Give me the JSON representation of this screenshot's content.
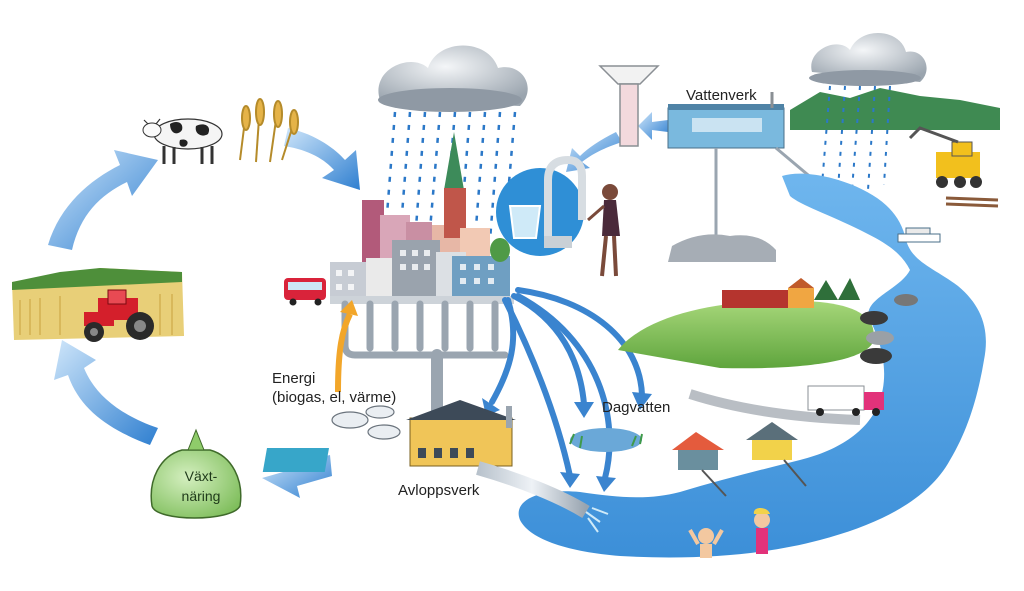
{
  "labels": {
    "vattenverk": "Vattenverk",
    "energi_line1": "Energi",
    "energi_line2": "(biogas, el, värme)",
    "dagvatten": "Dagvatten",
    "avloppsverk": "Avloppsverk",
    "vaxtnaring_line1": "Växt-",
    "vaxtnaring_line2": "näring"
  },
  "colors": {
    "flow_arrow": "#3a84cf",
    "water": "#5aa7e6",
    "rain": "#2b78c8",
    "energy_arrow": "#f2a62a",
    "field_yellow": "#e5c968",
    "hill_green": "#7fbf52",
    "bag_green": "#a8d685",
    "tractor_red": "#d41f2b",
    "treatment_plant_yellow": "#f0c558"
  },
  "icons": [
    "cow-icon",
    "wheat-icon",
    "rain-cloud-icon",
    "city-icon",
    "church-icon",
    "bus-icon",
    "tap-icon",
    "glass-icon",
    "woman-icon",
    "water-tower-icon",
    "waterworks-icon",
    "forest-icon",
    "excavator-icon",
    "ferry-icon",
    "farm-icon",
    "cattle-icon",
    "truck-icon",
    "house-icon",
    "swimmer-icon",
    "sewage-plant-icon",
    "sludge-tank-icon",
    "fertilizer-bag-icon",
    "tractor-icon"
  ]
}
